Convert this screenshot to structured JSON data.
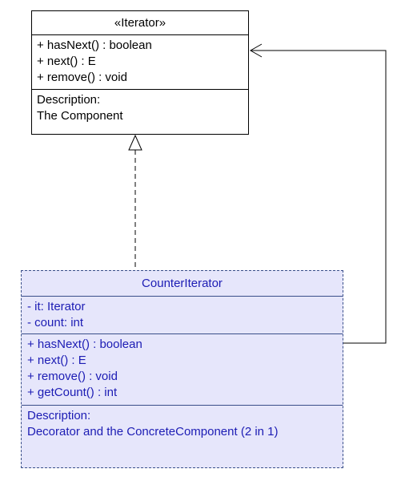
{
  "iterator": {
    "stereotype": "«Iterator»",
    "operations": [
      "+ hasNext() : boolean",
      "+ next() : E",
      "+ remove() : void"
    ],
    "description_label": "Description:",
    "description_text": "The Component"
  },
  "counter_iterator": {
    "name": "CounterIterator",
    "attributes": [
      "- it: Iterator",
      "- count: int"
    ],
    "operations": [
      "+ hasNext() : boolean",
      "+ next() : E",
      "+ remove() : void",
      "+ getCount() : int"
    ],
    "description_label": "Description:",
    "description_text": "Decorator and the ConcreteComponent (2 in 1)"
  },
  "colors": {
    "class_fill": "#e6e6fb",
    "class_text": "#1c1cb4",
    "class_border": "#3a4f8a"
  }
}
